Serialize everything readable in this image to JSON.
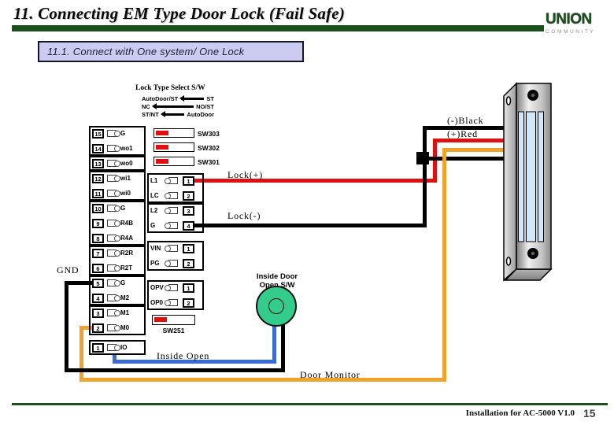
{
  "header": {
    "title": "11. Connecting EM Type Door Lock (Fail Safe)",
    "logo_brand": "UNION",
    "logo_sub": "COMMUNITY",
    "subtitle": "11.1. Connect with One system/ One Lock"
  },
  "lock_type_select": {
    "title": "Lock Type Select S/W",
    "rows": [
      {
        "left": "AutoDoor/ST",
        "right": "ST"
      },
      {
        "left": "NC",
        "right": "NO/ST"
      },
      {
        "left": "ST/NT",
        "right": "AutoDoor"
      }
    ],
    "switch_labels": [
      "SW303",
      "SW302",
      "SW301"
    ]
  },
  "left_block": {
    "rows": [
      {
        "num": "15",
        "label": "G"
      },
      {
        "num": "14",
        "label": "wo1"
      },
      {
        "num": "13",
        "label": "wo0"
      },
      {
        "num": "12",
        "label": "wi1"
      },
      {
        "num": "11",
        "label": "wi0"
      },
      {
        "num": "10",
        "label": "G"
      },
      {
        "num": "9",
        "label": "R4B"
      },
      {
        "num": "8",
        "label": "R4A"
      },
      {
        "num": "7",
        "label": "R2R"
      },
      {
        "num": "6",
        "label": "R2T"
      },
      {
        "num": "5",
        "label": "G"
      },
      {
        "num": "4",
        "label": "M2"
      },
      {
        "num": "3",
        "label": "M1"
      },
      {
        "num": "2",
        "label": "M0"
      },
      {
        "num": "1",
        "label": "IO"
      }
    ]
  },
  "lock_connector": {
    "rows": [
      {
        "label": "L1",
        "num": "1"
      },
      {
        "label": "LC",
        "num": "2"
      },
      {
        "label": "L2",
        "num": "3"
      },
      {
        "label": "G",
        "num": "4"
      }
    ]
  },
  "power_connector": {
    "rows": [
      {
        "label": "VIN",
        "num": "1"
      },
      {
        "label": "PG",
        "num": "2"
      }
    ]
  },
  "open_connector": {
    "rows": [
      {
        "label": "OPV",
        "num": "1"
      },
      {
        "label": "OP0",
        "num": "2"
      }
    ]
  },
  "sw251_label": "SW251",
  "labels": {
    "gnd": "GND",
    "lock_plus": "Lock(+)",
    "lock_minus": "Lock(-)",
    "wire_black": "(-)Black",
    "wire_red": "(+)Red",
    "inside_open": "Inside Open",
    "door_monitor": "Door Monitor",
    "button_line1": "Inside Door",
    "button_line2": "Open S/W"
  },
  "footer": {
    "text": "Installation for AC-5000 V1.0",
    "page": "15"
  },
  "colors": {
    "accent_green": "#1b4f1b",
    "subtitle_bg": "#ccccf2",
    "wire_red": "#dd1111",
    "wire_orange": "#efa32a",
    "wire_blue": "#3a6ad4",
    "wire_black": "#000000",
    "switch_red": "#e01010",
    "button_green": "#33cc8c",
    "magnet_stripe": "#cfe9fb"
  }
}
